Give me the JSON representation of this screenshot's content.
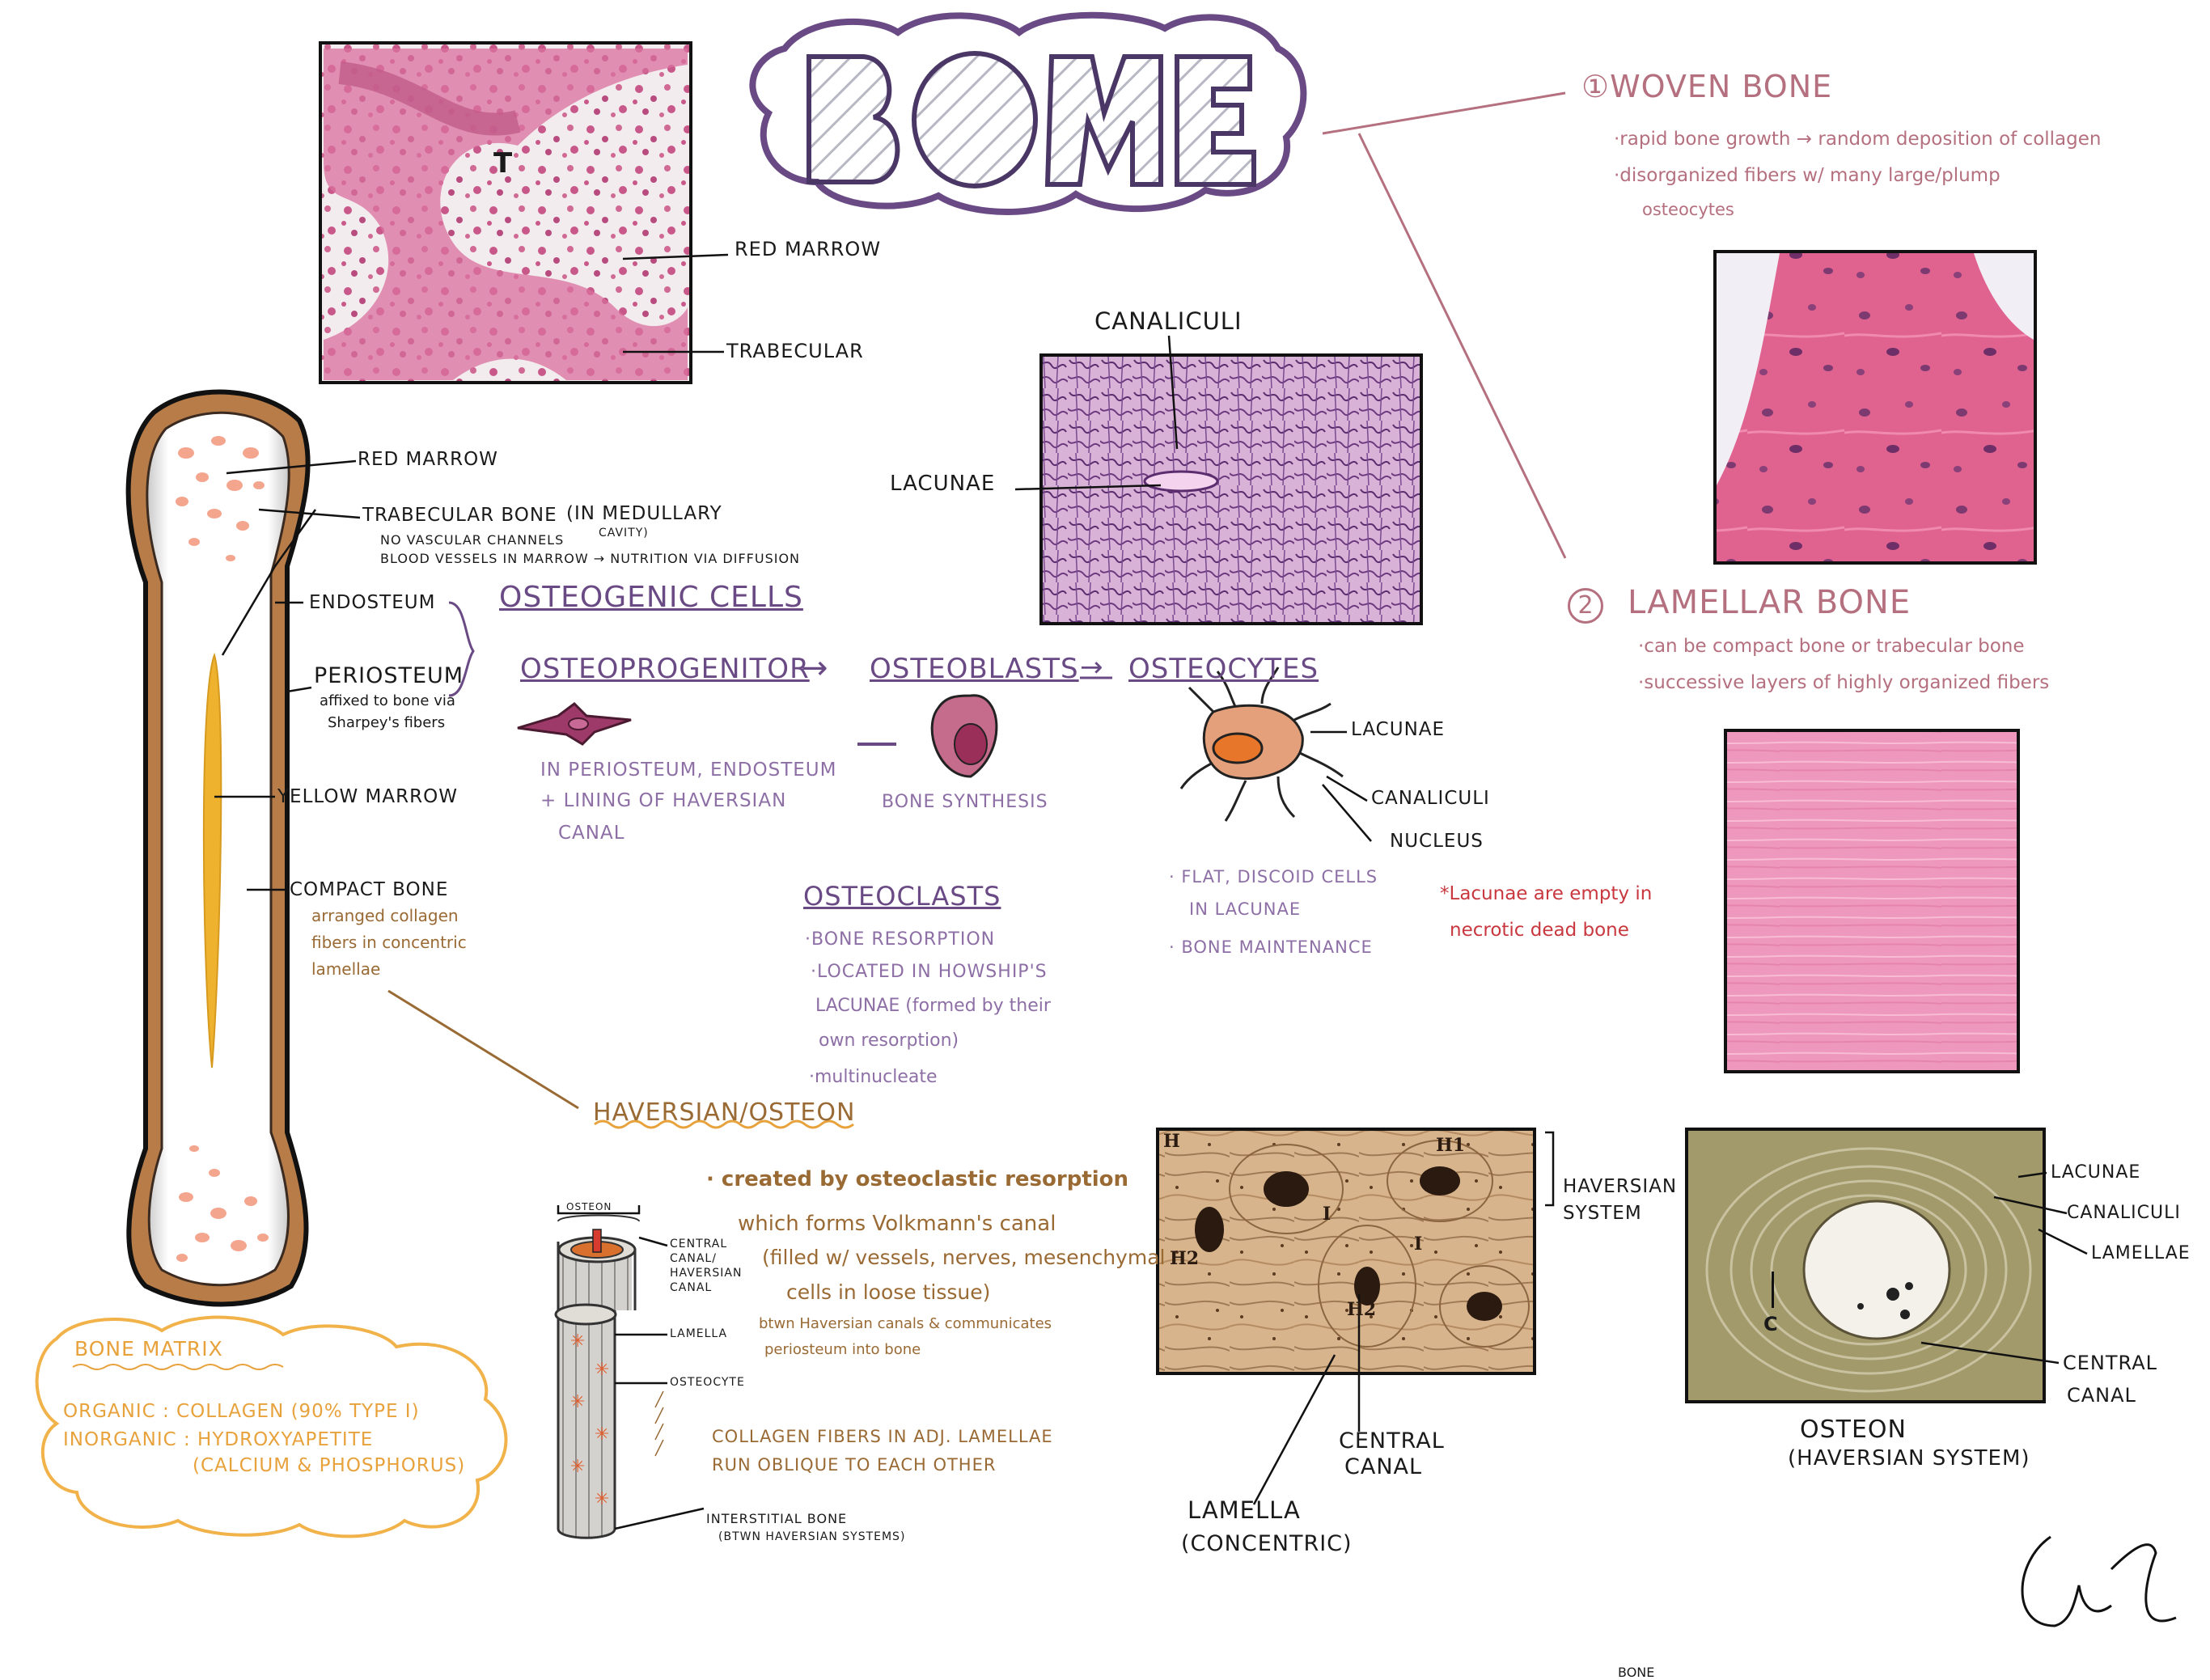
{
  "title": "BONE",
  "top_photo": {
    "marker": "T",
    "labels": {
      "red_marrow": "RED MARROW",
      "trabecular": "TRABECULAR"
    }
  },
  "long_bone": {
    "red_marrow": "RED MARROW",
    "trabecular_bone": "TRABECULAR BONE",
    "trabecular_paren": "(IN MEDULLARY",
    "trabecular_paren2": "CAVITY)",
    "no_vascular": "NO VASCULAR CHANNELS",
    "blood_vessels": "BLOOD VESSELS IN MARROW → NUTRITION VIA DIFFUSION",
    "endosteum": "ENDOSTEUM",
    "periosteum": "PERIOSTEUM",
    "periosteum_note1": "affixed to bone via",
    "periosteum_note2": "Sharpey's fibers",
    "yellow_marrow": "YELLOW MARROW",
    "compact_bone": "COMPACT BONE",
    "compact_note": [
      "arranged collagen",
      "fibers in concentric",
      "lamellae"
    ]
  },
  "bone_matrix": {
    "title": "BONE MATRIX",
    "organic": "ORGANIC : COLLAGEN (90% TYPE I)",
    "inorganic": "INORGANIC : HYDROXYAPETITE",
    "inorganic2": "(CALCIUM & PHOSPHORUS)"
  },
  "canaliculi_photo": {
    "canaliculi": "CANALICULI",
    "lacunae": "LACUNAE"
  },
  "osteogenic": {
    "title": "OSTEOGENIC CELLS",
    "progenitor": "OSTEOPROGENITOR",
    "arrow1": "→",
    "blasts": "OSTEOBLASTS",
    "arrow2": "→",
    "cytes": "OSTEOCYTES",
    "progenitor_notes": [
      "IN PERIOSTEUM, ENDOSTEUM",
      "+ LINING OF HAVERSIAN",
      "CANAL"
    ],
    "blasts_note": "BONE SYNTHESIS",
    "cyte_labels": {
      "lacunae": "LACUNAE",
      "canaliculi": "CANALICULI",
      "nucleus": "NUCLEUS"
    },
    "cyte_notes": [
      "· FLAT, DISCOID CELLS",
      "IN LACUNAE",
      "· BONE MAINTENANCE"
    ],
    "necrotic_note": [
      "*Lacunae are empty in",
      "necrotic dead bone"
    ]
  },
  "osteoclasts": {
    "title": "OSTEOCLASTS",
    "notes": [
      "·BONE RESORPTION",
      "·LOCATED IN HOWSHIP'S",
      "LACUNAE (formed by their",
      "own resorption)",
      "·multinucleate"
    ]
  },
  "woven": {
    "title": "①WOVEN BONE",
    "notes": [
      "·rapid bone growth → random deposition of collagen",
      "·disorganized fibers w/ many large/plump",
      "osteocytes"
    ]
  },
  "lamellar": {
    "number": "2",
    "title": "LAMELLAR BONE",
    "notes": [
      "·can be compact bone or trabecular bone",
      "·successive layers of highly organized fibers"
    ]
  },
  "haversian": {
    "title": "HAVERSIAN/OSTEON",
    "notes": [
      "· created by osteoclastic resorption",
      "which forms Volkmann's canal",
      "(filled w/ vessels, nerves, mesenchymal",
      "cells in loose tissue)",
      "btwn Haversian canals & communicates",
      "periosteum into bone"
    ],
    "collagen_note": [
      "COLLAGEN FIBERS IN ADJ. LAMELLAE",
      "RUN OBLIQUE TO EACH OTHER"
    ],
    "diagram_labels": {
      "osteon": "OSTEON",
      "central_canal": [
        "CENTRAL",
        "CANAL/",
        "HAVERSIAN",
        "CANAL"
      ],
      "lamella": "LAMELLA",
      "osteocyte": "OSTEOCYTE",
      "interstitial": "INTERSTITIAL BONE",
      "interstitial2": "(BTWN HAVERSIAN SYSTEMS)"
    }
  },
  "haversian_photo": {
    "markers": {
      "h": "H",
      "h1": "H1",
      "h2a": "H2",
      "h2b": "H2",
      "i1": "I",
      "i2": "I"
    },
    "system_label": [
      "HAVERSIAN",
      "SYSTEM"
    ],
    "central_canal": [
      "CENTRAL",
      "CANAL"
    ],
    "lamella": [
      "LAMELLA",
      "(CONCENTRIC)"
    ]
  },
  "osteon_photo": {
    "marker": "C",
    "labels": {
      "lacunae": "LACUNAE",
      "canaliculi": "CANALICULI",
      "lamellae": "LAMELLAE",
      "central_canal": [
        "CENTRAL",
        "CANAL"
      ]
    },
    "caption": [
      "OSTEON",
      "(HAVERSIAN SYSTEM)"
    ]
  },
  "colors": {
    "purple": "#6a4a85",
    "rose": "#b5707f",
    "brown": "#9a6a34",
    "orange": "#e8a23c",
    "red": "#c8383e",
    "pink_tissue": "#e8709a"
  }
}
